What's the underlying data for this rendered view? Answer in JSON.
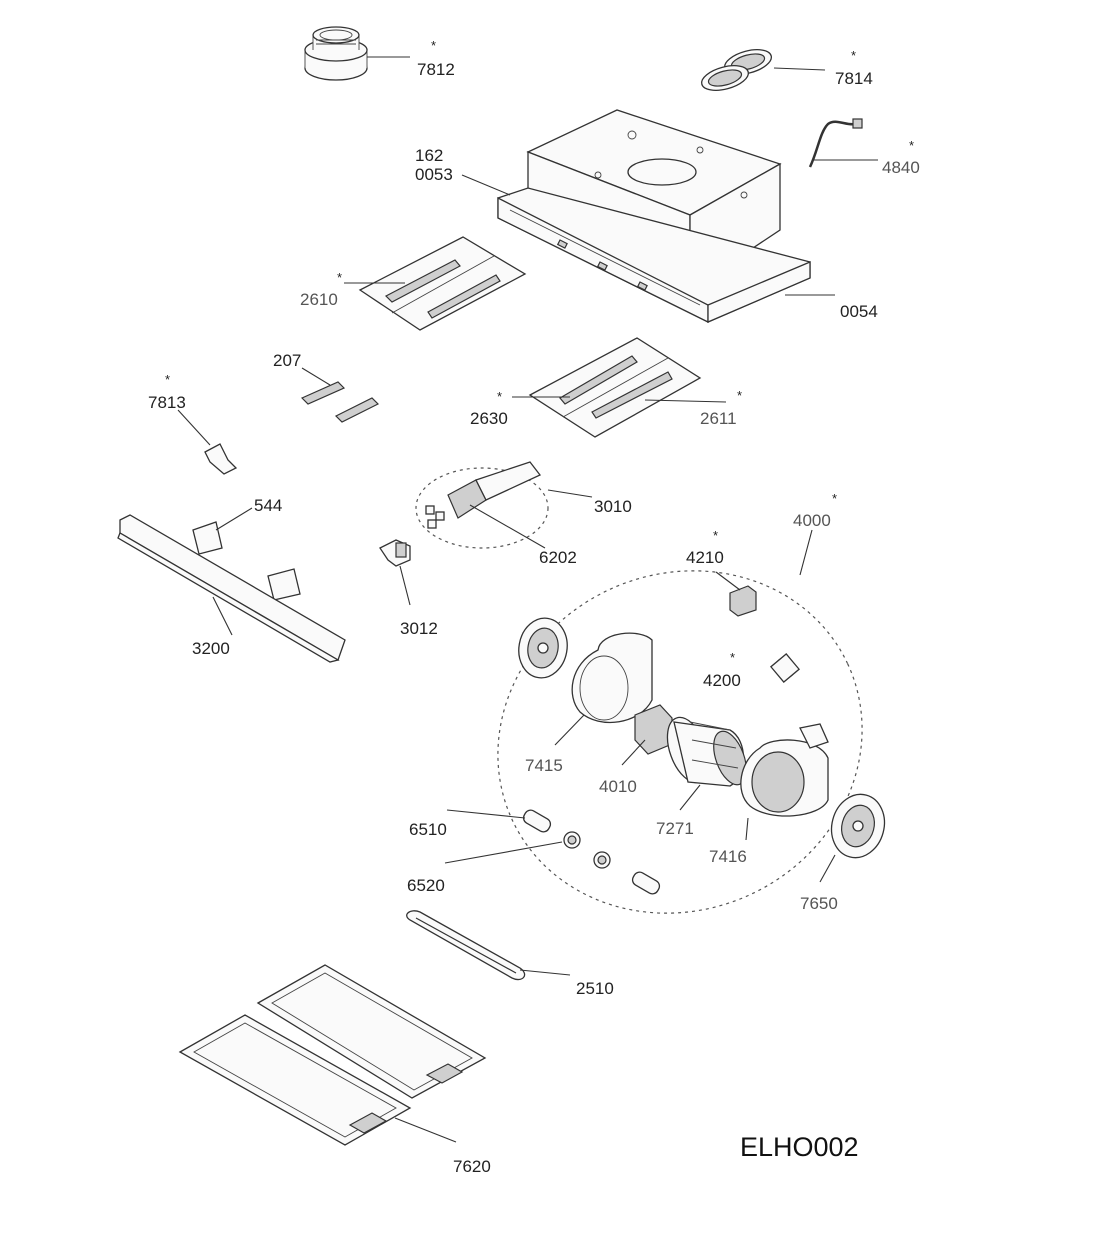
{
  "diagram_code": "ELHO002",
  "parts": [
    {
      "id": "7812",
      "label": "7812",
      "starred": true
    },
    {
      "id": "7814",
      "label": "7814",
      "starred": true
    },
    {
      "id": "4840",
      "label": "4840",
      "starred": true
    },
    {
      "id": "162",
      "label": "162",
      "starred": false
    },
    {
      "id": "0053",
      "label": "0053",
      "starred": false
    },
    {
      "id": "0054",
      "label": "0054",
      "starred": false
    },
    {
      "id": "2610",
      "label": "2610",
      "starred": true
    },
    {
      "id": "207",
      "label": "207",
      "starred": false
    },
    {
      "id": "7813",
      "label": "7813",
      "starred": true
    },
    {
      "id": "2630",
      "label": "2630",
      "starred": true
    },
    {
      "id": "2611",
      "label": "2611",
      "starred": true
    },
    {
      "id": "544",
      "label": "544",
      "starred": false
    },
    {
      "id": "3010",
      "label": "3010",
      "starred": false
    },
    {
      "id": "6202",
      "label": "6202",
      "starred": false
    },
    {
      "id": "3200",
      "label": "3200",
      "starred": false
    },
    {
      "id": "3012",
      "label": "3012",
      "starred": false
    },
    {
      "id": "4000",
      "label": "4000",
      "starred": true
    },
    {
      "id": "4210",
      "label": "4210",
      "starred": true
    },
    {
      "id": "4200",
      "label": "4200",
      "starred": true
    },
    {
      "id": "7415",
      "label": "7415",
      "starred": false
    },
    {
      "id": "4010",
      "label": "4010",
      "starred": false
    },
    {
      "id": "7271",
      "label": "7271",
      "starred": false
    },
    {
      "id": "7416",
      "label": "7416",
      "starred": false
    },
    {
      "id": "6510",
      "label": "6510",
      "starred": false
    },
    {
      "id": "6520",
      "label": "6520",
      "starred": false
    },
    {
      "id": "7650",
      "label": "7650",
      "starred": false
    },
    {
      "id": "2510",
      "label": "2510",
      "starred": false
    },
    {
      "id": "7620",
      "label": "7620",
      "starred": false
    }
  ],
  "star_symbol": "*"
}
